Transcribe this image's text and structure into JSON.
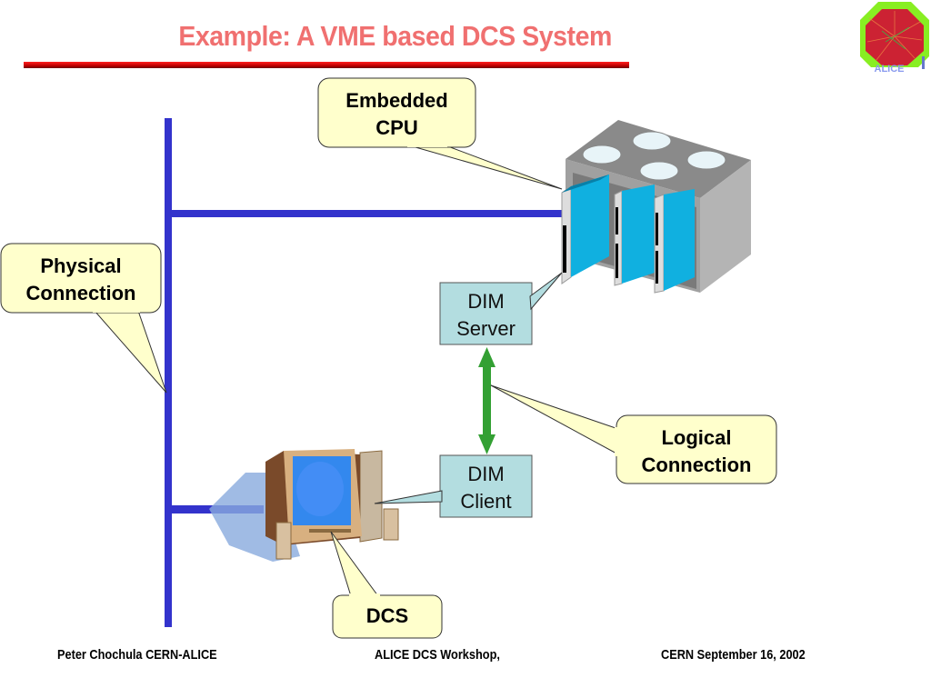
{
  "slide": {
    "title": "Example: A VME based DCS System",
    "logo": {
      "icon": "alice-logo-icon",
      "text": "ALICE"
    }
  },
  "diagram": {
    "callouts": {
      "embedded_cpu": {
        "line1": "Embedded",
        "line2": "CPU"
      },
      "physical_connection": {
        "line1": "Physical",
        "line2": "Connection"
      },
      "logical_connection": {
        "line1": "Logical",
        "line2": "Connection"
      },
      "dcs": {
        "label": "DCS"
      }
    },
    "dim_server": {
      "line1": "DIM",
      "line2": "Server"
    },
    "dim_client": {
      "line1": "DIM",
      "line2": "Client"
    },
    "icons": [
      "vme-crate-icon",
      "workstation-computer-icon",
      "bidirectional-arrow-icon",
      "network-bus-icon"
    ],
    "colors": {
      "bus": "#3333cc",
      "logical_arrow": "#33a033",
      "callout_fill": "#ffffcc",
      "dim_box_fill": "#b3dde0",
      "title": "#f07070",
      "title_rule": "#cc0000"
    }
  },
  "footer": {
    "author": "Peter Chochula CERN-ALICE",
    "event": "ALICE DCS Workshop,",
    "location_date": "CERN  September 16, 2002"
  }
}
